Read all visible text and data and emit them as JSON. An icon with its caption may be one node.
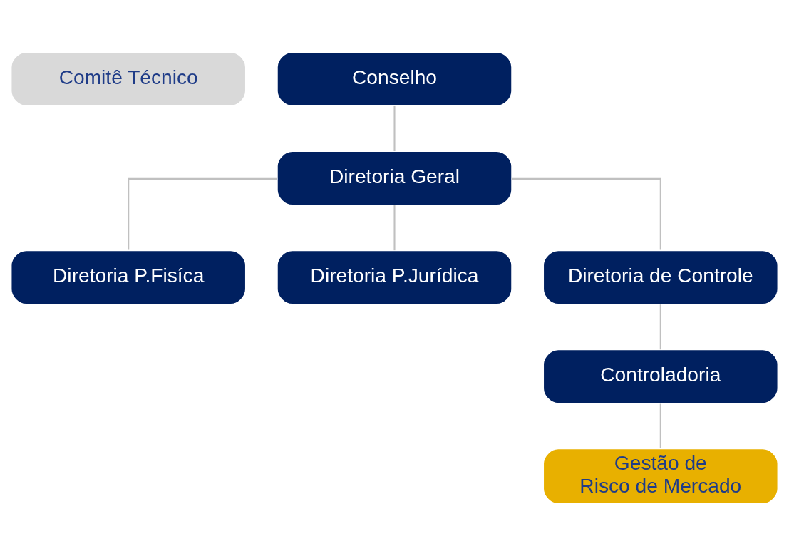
{
  "diagram": {
    "nodes": [
      {
        "text": [
          "Comitê Técnico"
        ]
      },
      {
        "text": [
          "Conselho"
        ]
      },
      {
        "text": [
          "Diretoria Geral"
        ]
      },
      {
        "text": [
          "Diretoria P.Fisíca"
        ]
      },
      {
        "text": [
          "Diretoria P.Jurídica"
        ]
      },
      {
        "text": [
          "Diretoria de Controle"
        ]
      },
      {
        "text": [
          "Controladoria"
        ]
      },
      {
        "text": [
          "Gestão de Risco de Mercado"
        ]
      }
    ],
    "edges": [
      {
        "from": 1,
        "to": 2,
        "arrow": "none"
      },
      {
        "from": 2,
        "to": 3,
        "arrow": "none"
      },
      {
        "from": 2,
        "to": 4,
        "arrow": "none"
      },
      {
        "from": 2,
        "to": 5,
        "arrow": "none"
      },
      {
        "from": 5,
        "to": 6,
        "arrow": "none"
      },
      {
        "from": 6,
        "to": 7,
        "arrow": "none"
      }
    ]
  }
}
